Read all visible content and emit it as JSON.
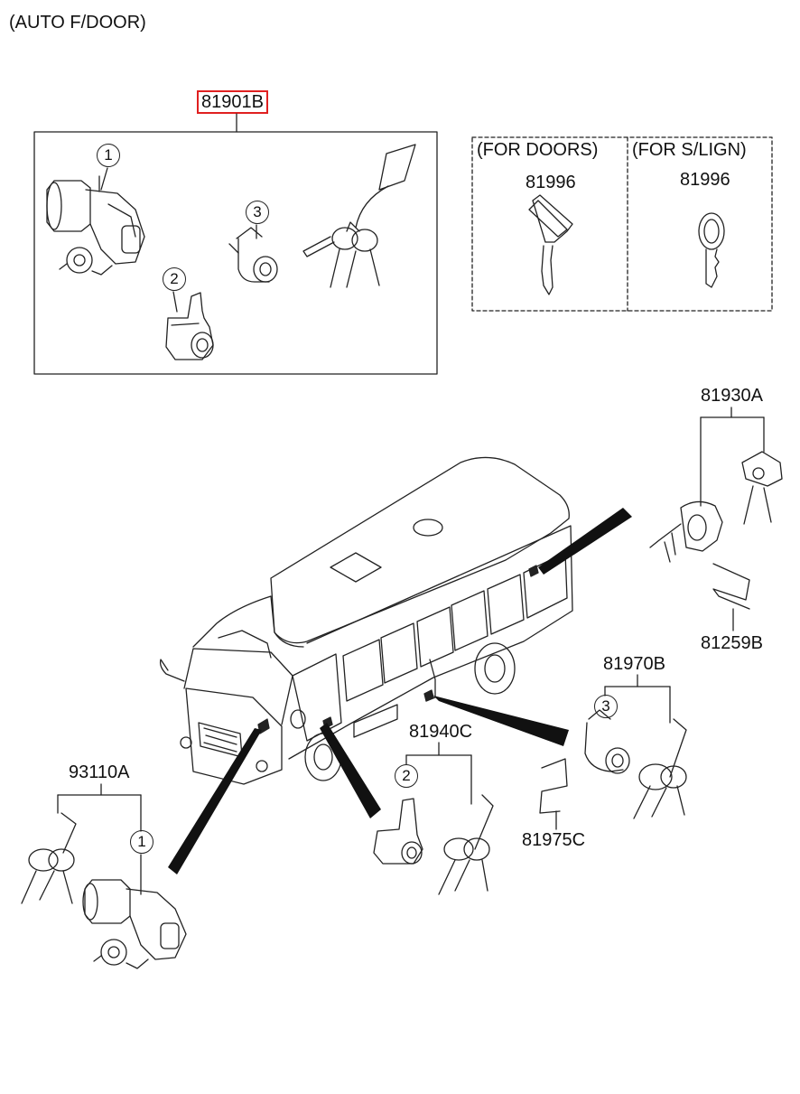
{
  "header": {
    "title": "(AUTO F/DOOR)"
  },
  "set_box": {
    "part_no": "81901B",
    "callouts": [
      "1",
      "2",
      "3"
    ]
  },
  "key_blanks": {
    "doors": {
      "caption": "(FOR DOORS)",
      "part_no": "81996"
    },
    "slign": {
      "caption": "(FOR S/LIGN)",
      "part_no": "81996"
    }
  },
  "parts": {
    "p81930A": "81930A",
    "p81259B": "81259B",
    "p81970B": "81970B",
    "p81940C": "81940C",
    "p81975C": "81975C",
    "p93110A": "93110A"
  },
  "callouts": {
    "c81970B": "3",
    "c81940C": "2",
    "c93110A": "1"
  },
  "colors": {
    "highlight": "#e02020",
    "line": "#222222"
  },
  "icons": [
    "ignition-lock-icon",
    "door-lock-cylinder-icon",
    "key-set-icon",
    "key-blank-icon",
    "minibus-illustration",
    "bracket-icon"
  ]
}
